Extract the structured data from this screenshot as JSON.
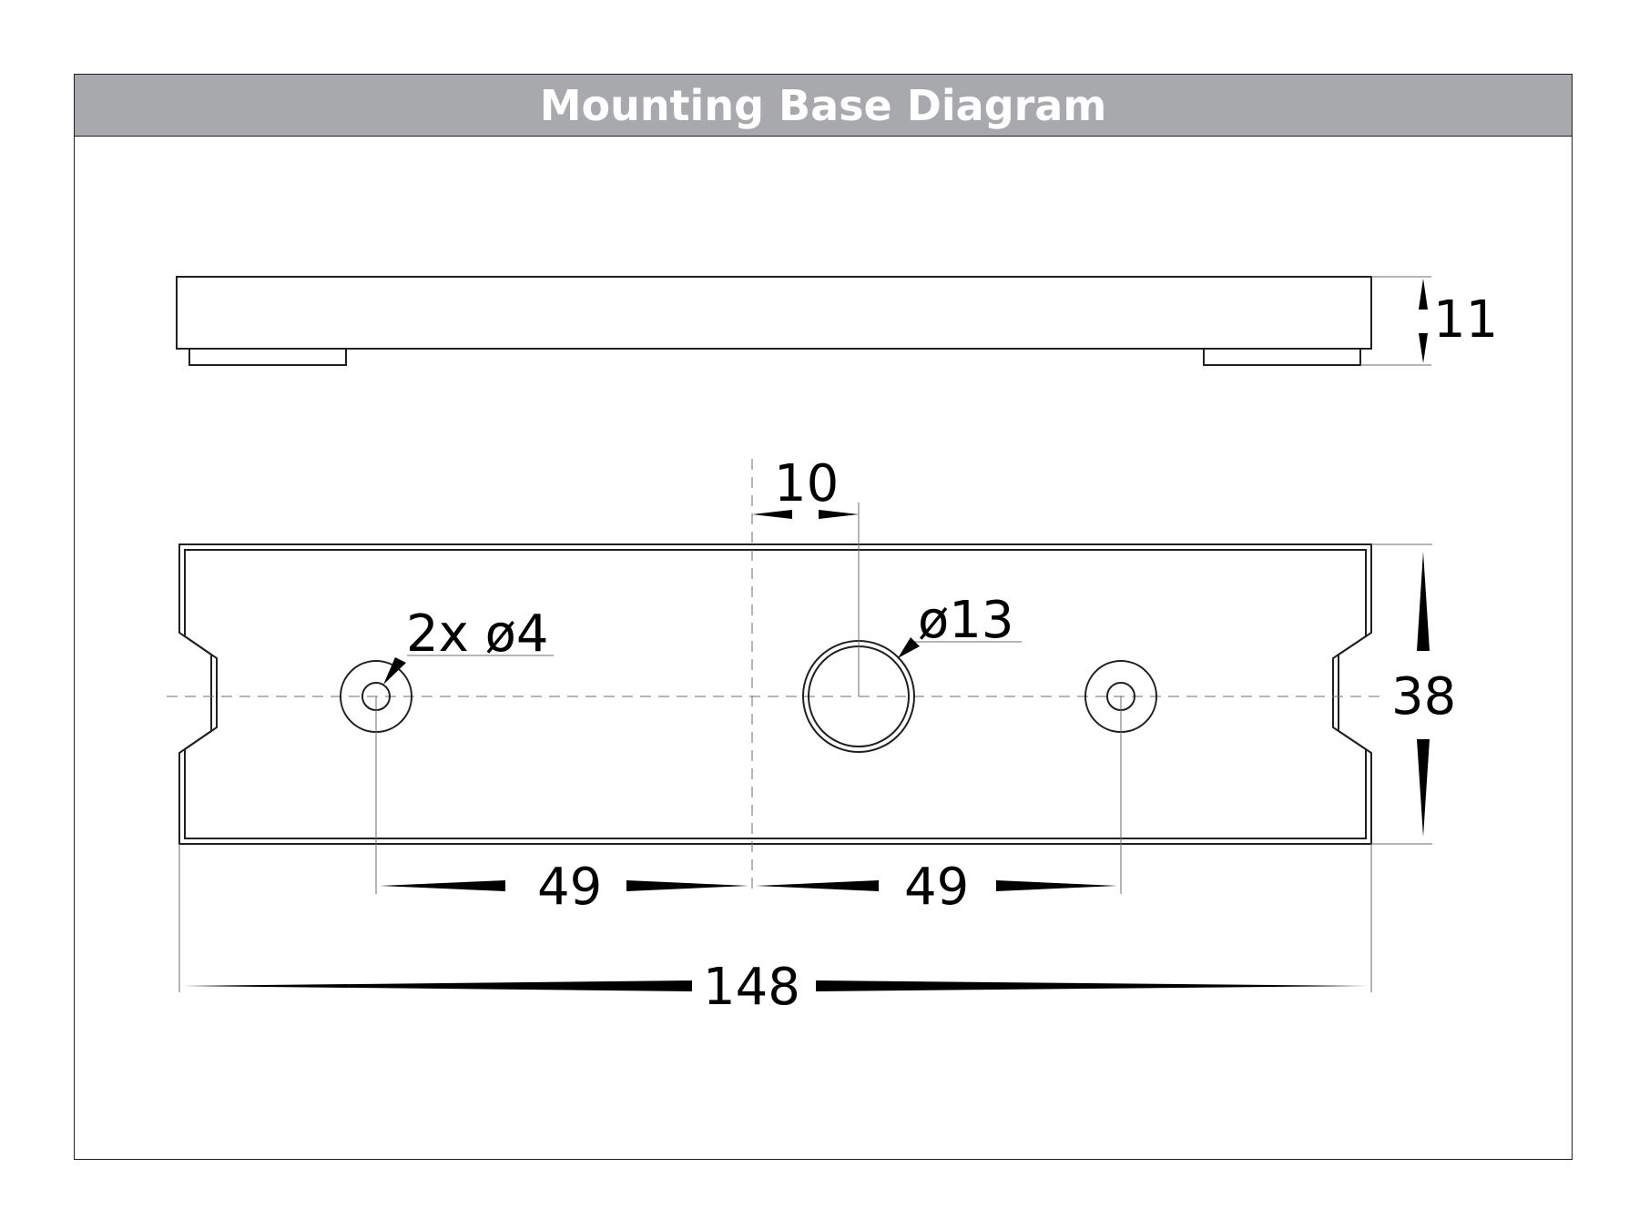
{
  "title": "Mounting Base Diagram",
  "dimensions": {
    "height": "11",
    "offset": "10",
    "hole_small": "2x ø4",
    "hole_large": "ø13",
    "width_short": "38",
    "spacing_left": "49",
    "spacing_right": "49",
    "length": "148"
  },
  "colors": {
    "title_bar": "#a7a9ac",
    "title_text": "#ffffff",
    "line": "#231f20",
    "text": "#000000"
  }
}
